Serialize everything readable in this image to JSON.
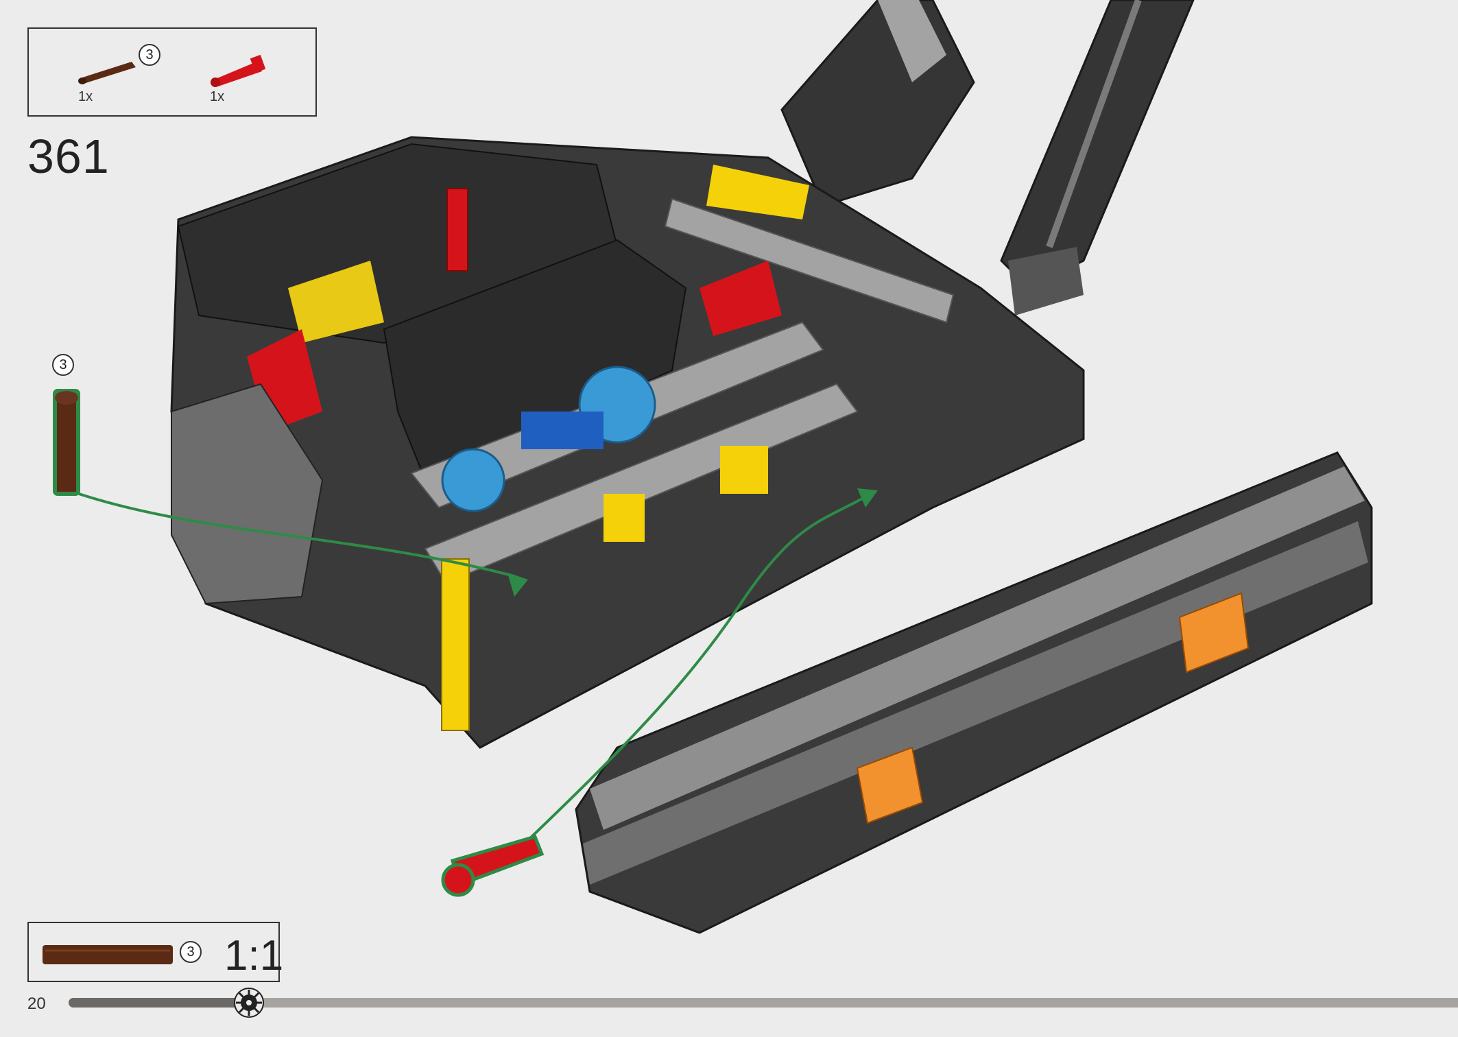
{
  "parts_list": {
    "items": [
      {
        "name": "brown-axle-3",
        "quantity": "1x",
        "length_label": "3",
        "color": "#5a2a14"
      },
      {
        "name": "red-axle-pin",
        "quantity": "1x",
        "color": "#d4141a"
      }
    ]
  },
  "step": {
    "number": "361"
  },
  "callouts": {
    "brown_axle_length": "3"
  },
  "scale": {
    "length_label": "3",
    "ratio": "1:1"
  },
  "footer": {
    "page_number": "20",
    "progress": 0.13
  },
  "colors": {
    "background": "#ececec",
    "arrow": "#2e8b47",
    "dark_gray": "#353535",
    "light_gray": "#a3a3a3",
    "yellow": "#f5d10a",
    "red": "#d4141a",
    "blue": "#1f5fbf",
    "azure": "#3a9ad6",
    "orange": "#f2922e",
    "brown": "#5a2a14"
  }
}
